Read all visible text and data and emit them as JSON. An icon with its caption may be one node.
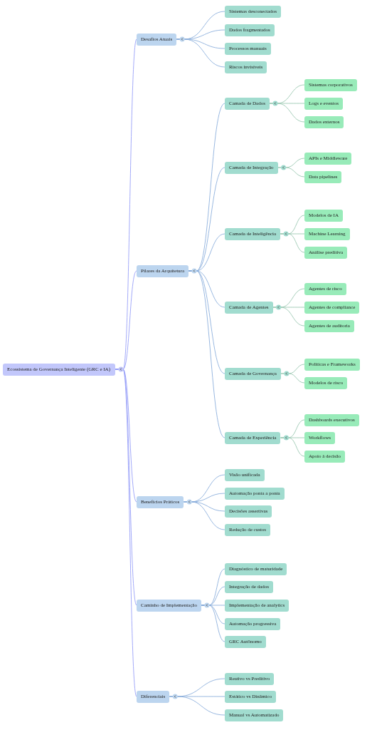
{
  "diagram": {
    "nodes": [
      {
        "text": [
          "Ecossistema de Governança Inteligente (GRC e IA)"
        ]
      },
      {
        "text": [
          "Desafios Atuais"
        ]
      },
      {
        "text": [
          "Sistemas desconectados"
        ]
      },
      {
        "text": [
          "Dados fragmentados"
        ]
      },
      {
        "text": [
          "Processos manuais"
        ]
      },
      {
        "text": [
          "Riscos invisíveis"
        ]
      },
      {
        "text": [
          "Pilares da Arquitetura"
        ]
      },
      {
        "text": [
          "Camada de Dados"
        ]
      },
      {
        "text": [
          "Sistemas corporativos"
        ]
      },
      {
        "text": [
          "Logs e eventos"
        ]
      },
      {
        "text": [
          "Dados externos"
        ]
      },
      {
        "text": [
          "Camada de Integração"
        ]
      },
      {
        "text": [
          "APIs e Middleware"
        ]
      },
      {
        "text": [
          "Data pipelines"
        ]
      },
      {
        "text": [
          "Camada de Inteligência"
        ]
      },
      {
        "text": [
          "Modelos de IA"
        ]
      },
      {
        "text": [
          "Machine Learning"
        ]
      },
      {
        "text": [
          "Análise preditiva"
        ]
      },
      {
        "text": [
          "Camada de Agentes"
        ]
      },
      {
        "text": [
          "Agentes de risco"
        ]
      },
      {
        "text": [
          "Agentes de compliance"
        ]
      },
      {
        "text": [
          "Agentes de auditoria"
        ]
      },
      {
        "text": [
          "Camada de Governança"
        ]
      },
      {
        "text": [
          "Políticas e Frameworks"
        ]
      },
      {
        "text": [
          "Modelos de risco"
        ]
      },
      {
        "text": [
          "Camada de Experiência"
        ]
      },
      {
        "text": [
          "Dashboards executivos"
        ]
      },
      {
        "text": [
          "Workflows"
        ]
      },
      {
        "text": [
          "Apoio à decisão"
        ]
      },
      {
        "text": [
          "Benefícios Práticos"
        ]
      },
      {
        "text": [
          "Visão unificada"
        ]
      },
      {
        "text": [
          "Automação ponta a ponta"
        ]
      },
      {
        "text": [
          "Decisões assertivas"
        ]
      },
      {
        "text": [
          "Redução de custos"
        ]
      },
      {
        "text": [
          "Caminho de Implementação"
        ]
      },
      {
        "text": [
          "Diagnóstico de maturidade"
        ]
      },
      {
        "text": [
          "Integração de dados"
        ]
      },
      {
        "text": [
          "Implementação de analytics"
        ]
      },
      {
        "text": [
          "Automação progressiva"
        ]
      },
      {
        "text": [
          "GRC Autônomo"
        ]
      },
      {
        "text": [
          "Diferenciais"
        ]
      },
      {
        "text": [
          "Reativo vs Preditivo"
        ]
      },
      {
        "text": [
          "Estático vs Dinâmico"
        ]
      },
      {
        "text": [
          "Manual vs Automatizado"
        ]
      }
    ],
    "edges": [
      {
        "from": 0,
        "to": 1,
        "arrow": "none",
        "color": "#8c94f8"
      },
      {
        "from": 0,
        "to": 6,
        "arrow": "none",
        "color": "#8c94f8"
      },
      {
        "from": 0,
        "to": 29,
        "arrow": "none",
        "color": "#8c94f8"
      },
      {
        "from": 0,
        "to": 34,
        "arrow": "none",
        "color": "#8c94f8"
      },
      {
        "from": 0,
        "to": 40,
        "arrow": "none",
        "color": "#8c94f8"
      },
      {
        "from": 1,
        "to": 2,
        "arrow": "none"
      },
      {
        "from": 1,
        "to": 3,
        "arrow": "none"
      },
      {
        "from": 1,
        "to": 4,
        "arrow": "none"
      },
      {
        "from": 1,
        "to": 5,
        "arrow": "none"
      },
      {
        "from": 6,
        "to": 7,
        "arrow": "none"
      },
      {
        "from": 6,
        "to": 11,
        "arrow": "none"
      },
      {
        "from": 6,
        "to": 14,
        "arrow": "none"
      },
      {
        "from": 6,
        "to": 18,
        "arrow": "none"
      },
      {
        "from": 6,
        "to": 22,
        "arrow": "none"
      },
      {
        "from": 6,
        "to": 25,
        "arrow": "none"
      },
      {
        "from": 7,
        "to": 8,
        "arrow": "none",
        "color": "#8fc2a8"
      },
      {
        "from": 7,
        "to": 9,
        "arrow": "none",
        "color": "#8fc2a8"
      },
      {
        "from": 7,
        "to": 10,
        "arrow": "none",
        "color": "#8fc2a8"
      },
      {
        "from": 11,
        "to": 12,
        "arrow": "none",
        "color": "#8fc2a8"
      },
      {
        "from": 11,
        "to": 13,
        "arrow": "none",
        "color": "#8fc2a8"
      },
      {
        "from": 14,
        "to": 15,
        "arrow": "none",
        "color": "#8fc2a8"
      },
      {
        "from": 14,
        "to": 16,
        "arrow": "none",
        "color": "#8fc2a8"
      },
      {
        "from": 14,
        "to": 17,
        "arrow": "none",
        "color": "#8fc2a8"
      },
      {
        "from": 18,
        "to": 19,
        "arrow": "none",
        "color": "#8fc2a8"
      },
      {
        "from": 18,
        "to": 20,
        "arrow": "none",
        "color": "#8fc2a8"
      },
      {
        "from": 18,
        "to": 21,
        "arrow": "none",
        "color": "#8fc2a8"
      },
      {
        "from": 22,
        "to": 23,
        "arrow": "none",
        "color": "#8fc2a8"
      },
      {
        "from": 22,
        "to": 24,
        "arrow": "none",
        "color": "#8fc2a8"
      },
      {
        "from": 25,
        "to": 26,
        "arrow": "none",
        "color": "#8fc2a8"
      },
      {
        "from": 25,
        "to": 27,
        "arrow": "none",
        "color": "#8fc2a8"
      },
      {
        "from": 25,
        "to": 28,
        "arrow": "none",
        "color": "#8fc2a8"
      },
      {
        "from": 29,
        "to": 30,
        "arrow": "none"
      },
      {
        "from": 29,
        "to": 31,
        "arrow": "none"
      },
      {
        "from": 29,
        "to": 32,
        "arrow": "none"
      },
      {
        "from": 29,
        "to": 33,
        "arrow": "none"
      },
      {
        "from": 34,
        "to": 35,
        "arrow": "none"
      },
      {
        "from": 34,
        "to": 36,
        "arrow": "none"
      },
      {
        "from": 34,
        "to": 37,
        "arrow": "none"
      },
      {
        "from": 34,
        "to": 38,
        "arrow": "none"
      },
      {
        "from": 34,
        "to": 39,
        "arrow": "none"
      },
      {
        "from": 40,
        "to": 41,
        "arrow": "none"
      },
      {
        "from": 40,
        "to": 42,
        "arrow": "none"
      },
      {
        "from": 40,
        "to": 43,
        "arrow": "none"
      }
    ]
  }
}
